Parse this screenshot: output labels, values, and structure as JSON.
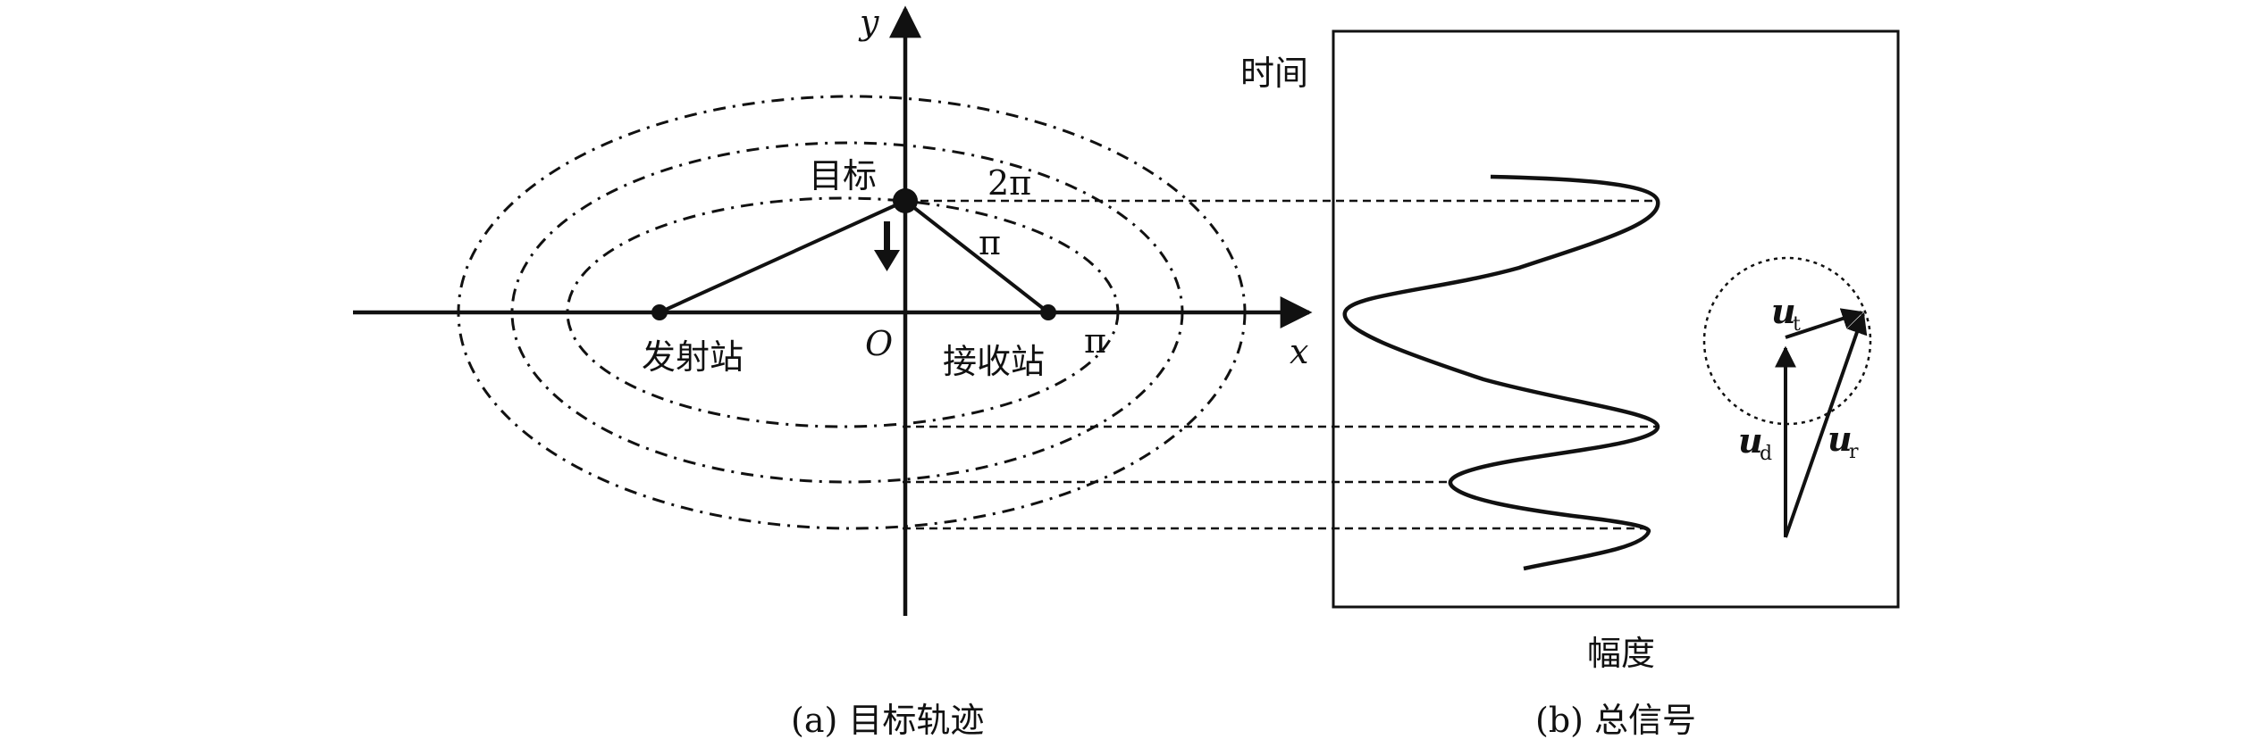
{
  "panel_a": {
    "axis_x": "x",
    "axis_y": "y",
    "origin": "O",
    "target": "目标",
    "transmitter": "发射站",
    "receiver": "接收站",
    "phase_2pi": "2π",
    "phase_pi_upper": "π",
    "phase_pi_right": "π",
    "caption": "(a) 目标轨迹"
  },
  "panel_b": {
    "time_label": "时间",
    "amp_label": "幅度",
    "vec_t": "u",
    "vec_t_sub": "t",
    "vec_d": "u",
    "vec_d_sub": "d",
    "vec_r": "u",
    "vec_r_sub": "r",
    "caption": "(b) 总信号"
  }
}
